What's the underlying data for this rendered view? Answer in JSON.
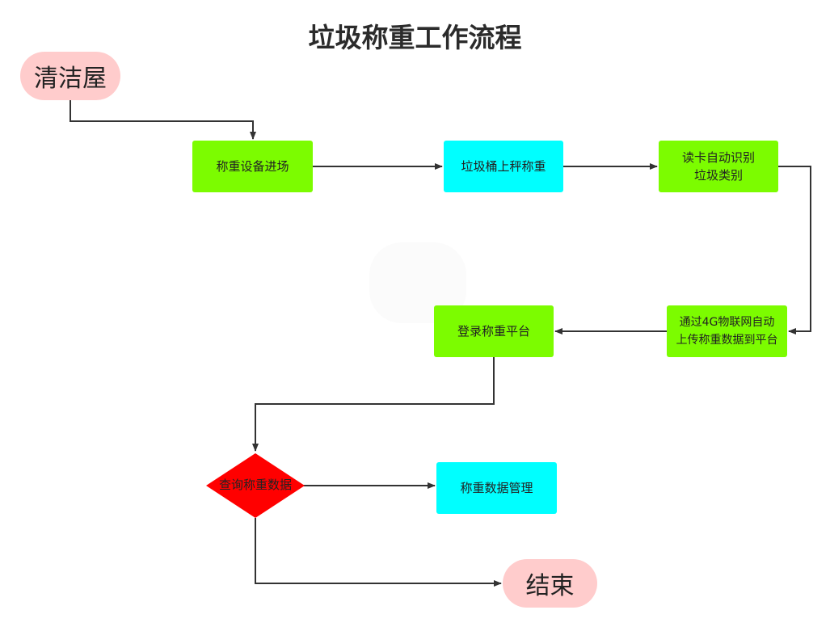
{
  "title": "垃圾称重工作流程",
  "nodes": {
    "start": "清洁屋",
    "equipment_enter": "称重设备进场",
    "bin_weigh": "垃圾桶上秤称重",
    "card_identify": "读卡自动识别\n垃圾类别",
    "upload_4g": "通过4G物联网自动\n上传称重数据到平台",
    "login_platform": "登录称重平台",
    "query_data": "查询称重数据",
    "data_manage": "称重数据管理",
    "end": "结束"
  },
  "colors": {
    "process_green": "#7cfc00",
    "process_cyan": "#00ffff",
    "terminal_pink": "#ffcccc",
    "decision_red": "#ff0000",
    "connector": "#333333"
  }
}
